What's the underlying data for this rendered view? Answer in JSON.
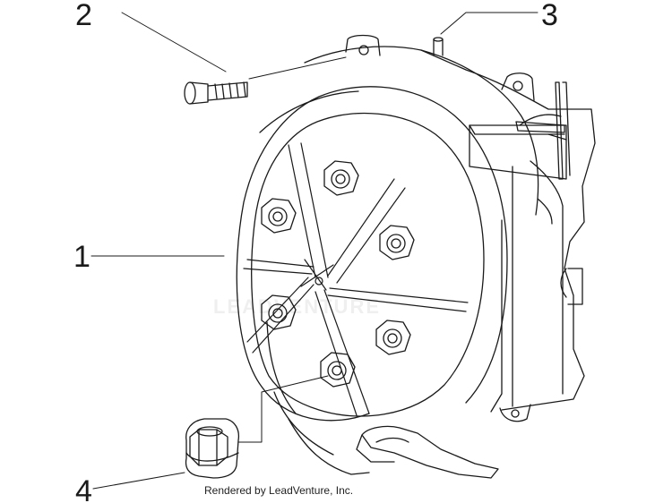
{
  "callouts": {
    "part_1": "1",
    "part_2": "2",
    "part_3": "3",
    "part_4": "4"
  },
  "credit": "Rendered by LeadVenture, Inc.",
  "watermark": "LEADVENTURE",
  "colors": {
    "line": "#1a1a1a",
    "background": "#ffffff"
  }
}
